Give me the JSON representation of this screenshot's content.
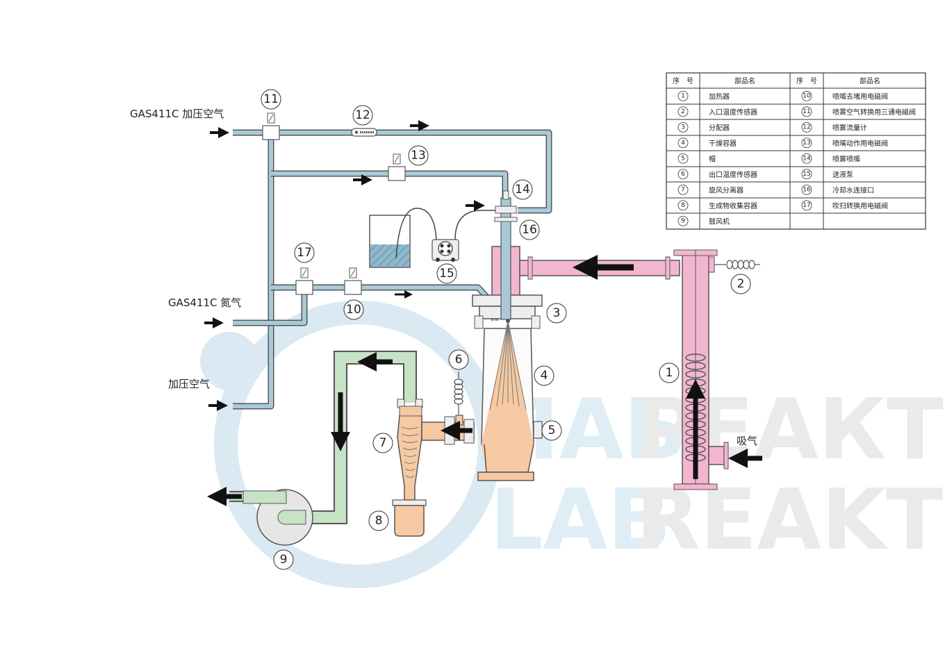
{
  "inputs": {
    "pressurized_air_gas": "GAS411C 加压空气",
    "nitrogen_gas": "GAS411C 氮气",
    "pressurized_air": "加压空气",
    "suction": "吸气"
  },
  "watermark": {
    "line1_light": "ЛАБ",
    "line1_dark": "РЕАКТИВ",
    "line2_light": "LAB",
    "line2_dark": "REAKTIV"
  },
  "callouts": [
    "1",
    "2",
    "3",
    "4",
    "5",
    "6",
    "7",
    "8",
    "9",
    "10",
    "11",
    "12",
    "13",
    "14",
    "15",
    "16",
    "17"
  ],
  "parts_table": {
    "headers": {
      "no1": "序　号",
      "name1": "部品名",
      "no2": "序　号",
      "name2": "部品名"
    },
    "rows": [
      {
        "n1": "1",
        "p1": "加热器",
        "n2": "10",
        "p2": "喷嘴去堵用电磁阀"
      },
      {
        "n1": "2",
        "p1": "入口温度传感器",
        "n2": "11",
        "p2": "喷雾空气转换用三通电磁阀"
      },
      {
        "n1": "3",
        "p1": "分配器",
        "n2": "12",
        "p2": "喷雾流量计"
      },
      {
        "n1": "4",
        "p1": "干燥容器",
        "n2": "13",
        "p2": "喷嘴动作用电磁阀"
      },
      {
        "n1": "5",
        "p1": "帽",
        "n2": "14",
        "p2": "喷雾喷嘴"
      },
      {
        "n1": "6",
        "p1": "出口温度传感器",
        "n2": "15",
        "p2": "送液泵"
      },
      {
        "n1": "7",
        "p1": "旋风分离器",
        "n2": "16",
        "p2": "冷却水连接口"
      },
      {
        "n1": "8",
        "p1": "生成物收集容器",
        "n2": "17",
        "p2": "吹扫转换用电磁阀"
      },
      {
        "n1": "9",
        "p1": "鼓风机",
        "n2": "",
        "p2": ""
      }
    ]
  },
  "colors": {
    "air_pipe": "#a9c9d8",
    "hot_pipe": "#f3b6d0",
    "product_pipe": "#c7e3c6",
    "product_body": "#f6c9a3",
    "outline": "#555555",
    "arrow": "#111111"
  }
}
